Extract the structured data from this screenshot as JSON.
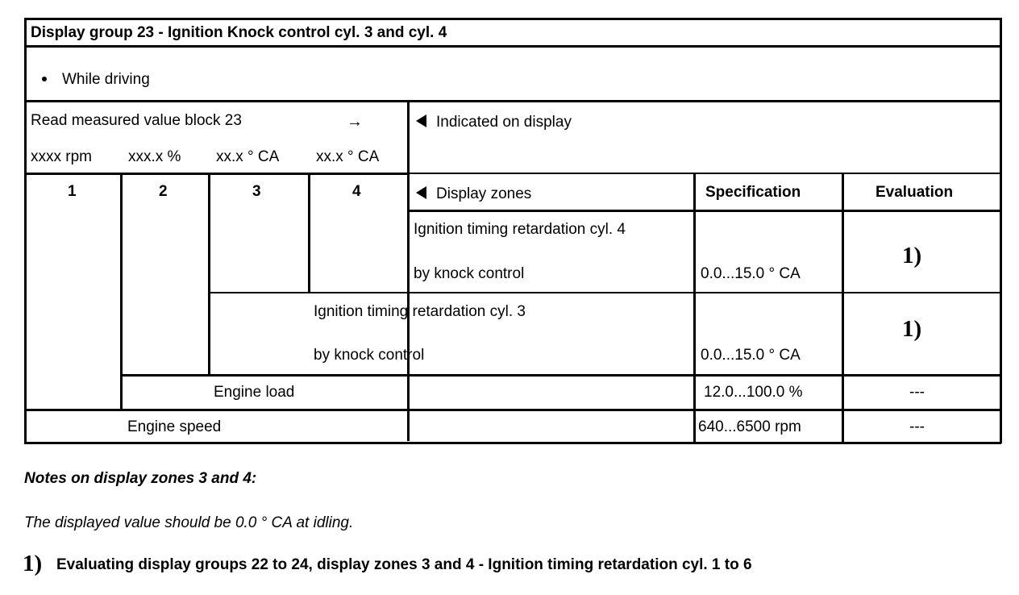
{
  "document": {
    "title": "Display group 23 - Ignition Knock control cyl. 3 and cyl. 4",
    "condition_bullet": "While driving"
  },
  "read_block": {
    "instruction": "Read measured value block 23",
    "arrow": "→",
    "indicated_label": "Indicated on display",
    "units": [
      "xxxx rpm",
      "xxx.x %",
      "xx.x ° CA",
      "xx.x ° CA"
    ]
  },
  "zone_numbers": [
    "1",
    "2",
    "3",
    "4"
  ],
  "table_headers": {
    "display_zones": "Display zones",
    "specification": "Specification",
    "evaluation": "Evaluation"
  },
  "rows": [
    {
      "zone": "4",
      "description_line1": "Ignition timing retardation cyl. 4",
      "description_line2": "by knock control",
      "specification": "0.0...15.0 ° CA",
      "evaluation": "1)"
    },
    {
      "zone": "3",
      "description_line1": "Ignition timing retardation cyl. 3",
      "description_line2": "by knock control",
      "specification": "0.0...15.0 ° CA",
      "evaluation": "1)"
    },
    {
      "zone": "2",
      "description_line1": "Engine load",
      "description_line2": "",
      "specification": "12.0...100.0 %",
      "evaluation": "---"
    },
    {
      "zone": "1",
      "description_line1": "Engine speed",
      "description_line2": "",
      "specification": "640...6500 rpm",
      "evaluation": "---"
    }
  ],
  "notes": {
    "heading": "Notes on display zones 3 and 4:",
    "body": "The displayed value should be 0.0 ° CA at idling."
  },
  "footnote": {
    "marker": "1)",
    "text": "Evaluating display groups 22 to 24, display zones 3 and 4 - Ignition timing retardation cyl. 1 to 6"
  },
  "colors": {
    "ink": "#000000",
    "paper": "#ffffff"
  }
}
